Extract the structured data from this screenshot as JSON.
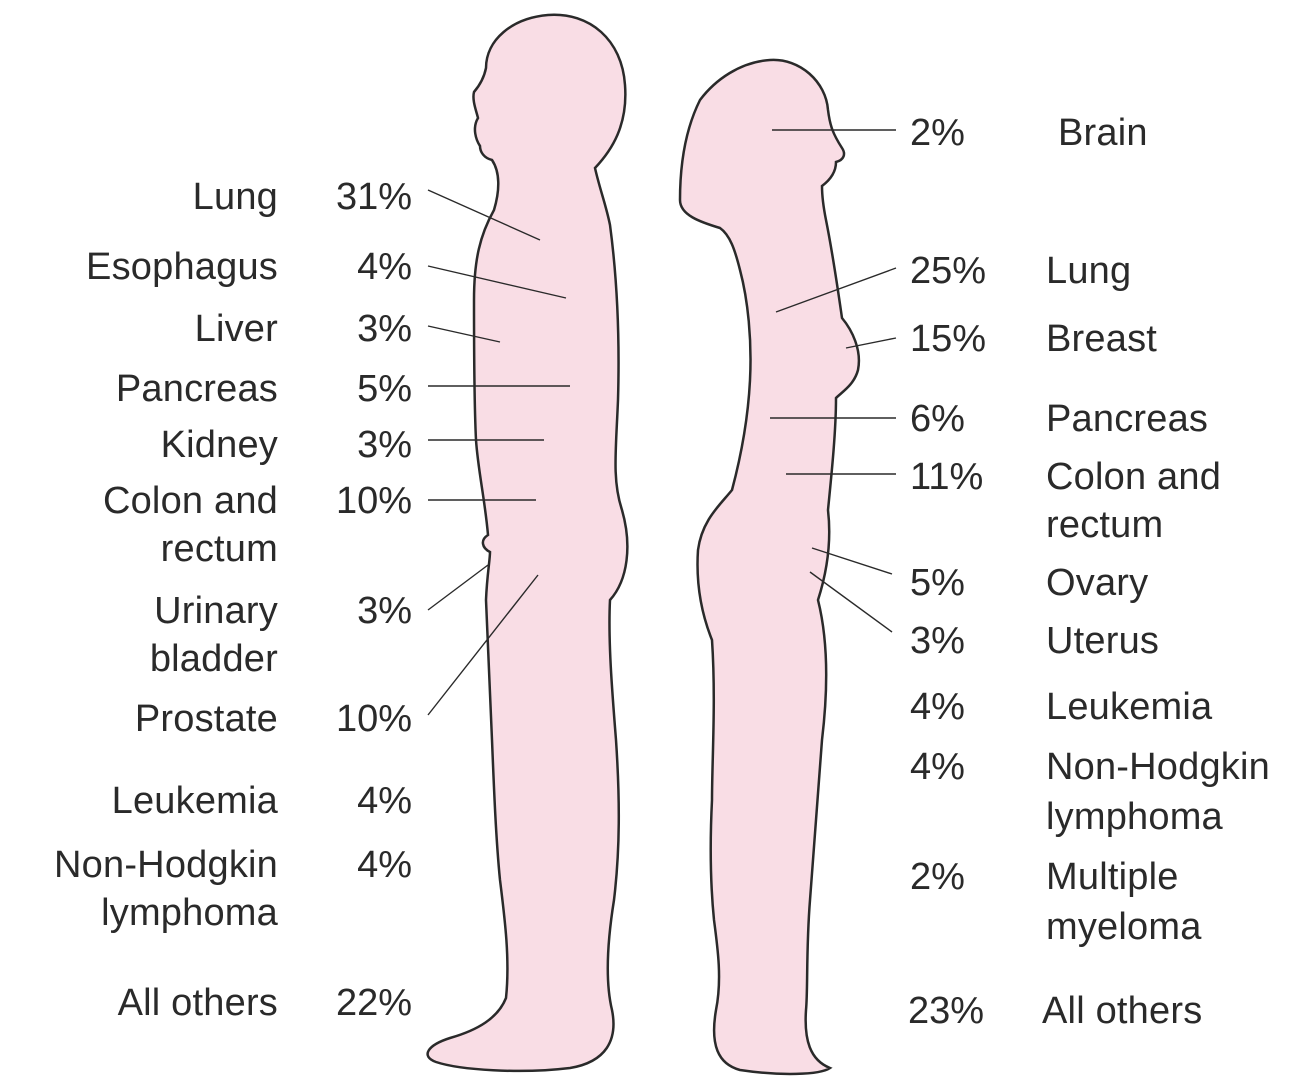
{
  "colors": {
    "body_fill": "#f9dde5",
    "outline": "#2a2a2a",
    "text": "#2a2a2a"
  },
  "male": [
    {
      "site": "Lung",
      "percent": "31%"
    },
    {
      "site": "Esophagus",
      "percent": "4%"
    },
    {
      "site": "Liver",
      "percent": "3%"
    },
    {
      "site": "Pancreas",
      "percent": "5%"
    },
    {
      "site": "Kidney",
      "percent": "3%"
    },
    {
      "site": "Colon and",
      "site2": "rectum",
      "percent": "10%"
    },
    {
      "site": "Urinary",
      "site2": "bladder",
      "percent": "3%"
    },
    {
      "site": "Prostate",
      "percent": "10%"
    },
    {
      "site": "Leukemia",
      "percent": "4%"
    },
    {
      "site": "Non-Hodgkin",
      "site2": "lymphoma",
      "percent": "4%"
    },
    {
      "site": "All others",
      "percent": "22%"
    }
  ],
  "female": [
    {
      "site": "Brain",
      "percent": "2%"
    },
    {
      "site": "Lung",
      "percent": "25%"
    },
    {
      "site": "Breast",
      "percent": "15%"
    },
    {
      "site": "Pancreas",
      "percent": "6%"
    },
    {
      "site": "Colon and",
      "site2": "rectum",
      "percent": "11%"
    },
    {
      "site": "Ovary",
      "percent": "5%"
    },
    {
      "site": "Uterus",
      "percent": "3%"
    },
    {
      "site": "Leukemia",
      "percent": "4%"
    },
    {
      "site": "Non-Hodgkin",
      "site2": "lymphoma",
      "percent": "4%"
    },
    {
      "site": "Multiple",
      "site2": "myeloma",
      "percent": "2%"
    },
    {
      "site": "All others",
      "percent": "23%"
    }
  ]
}
